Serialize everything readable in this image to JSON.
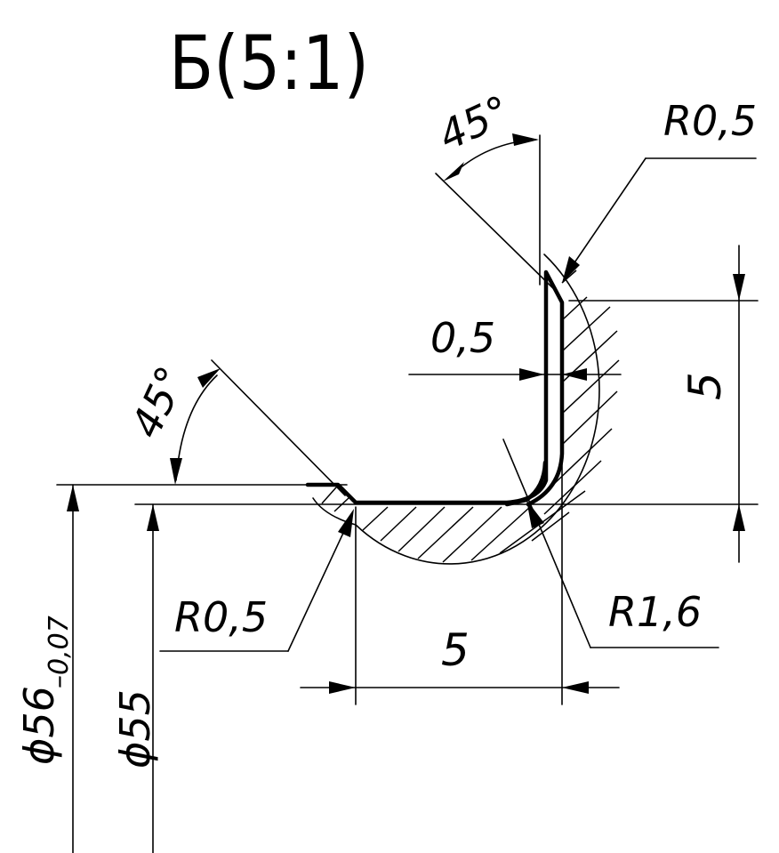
{
  "title": "Б(5:1)",
  "dimensions": {
    "angle_top": "45°",
    "radius_top": "R0,5",
    "gap": "0,5",
    "height": "5",
    "angle_left": "45°",
    "radius_left": "R0,5",
    "radius_bottom": "R1,6",
    "width": "5",
    "diameter_outer": "ϕ56",
    "diameter_outer_tol": "–0,07",
    "diameter_inner": "ϕ55"
  }
}
